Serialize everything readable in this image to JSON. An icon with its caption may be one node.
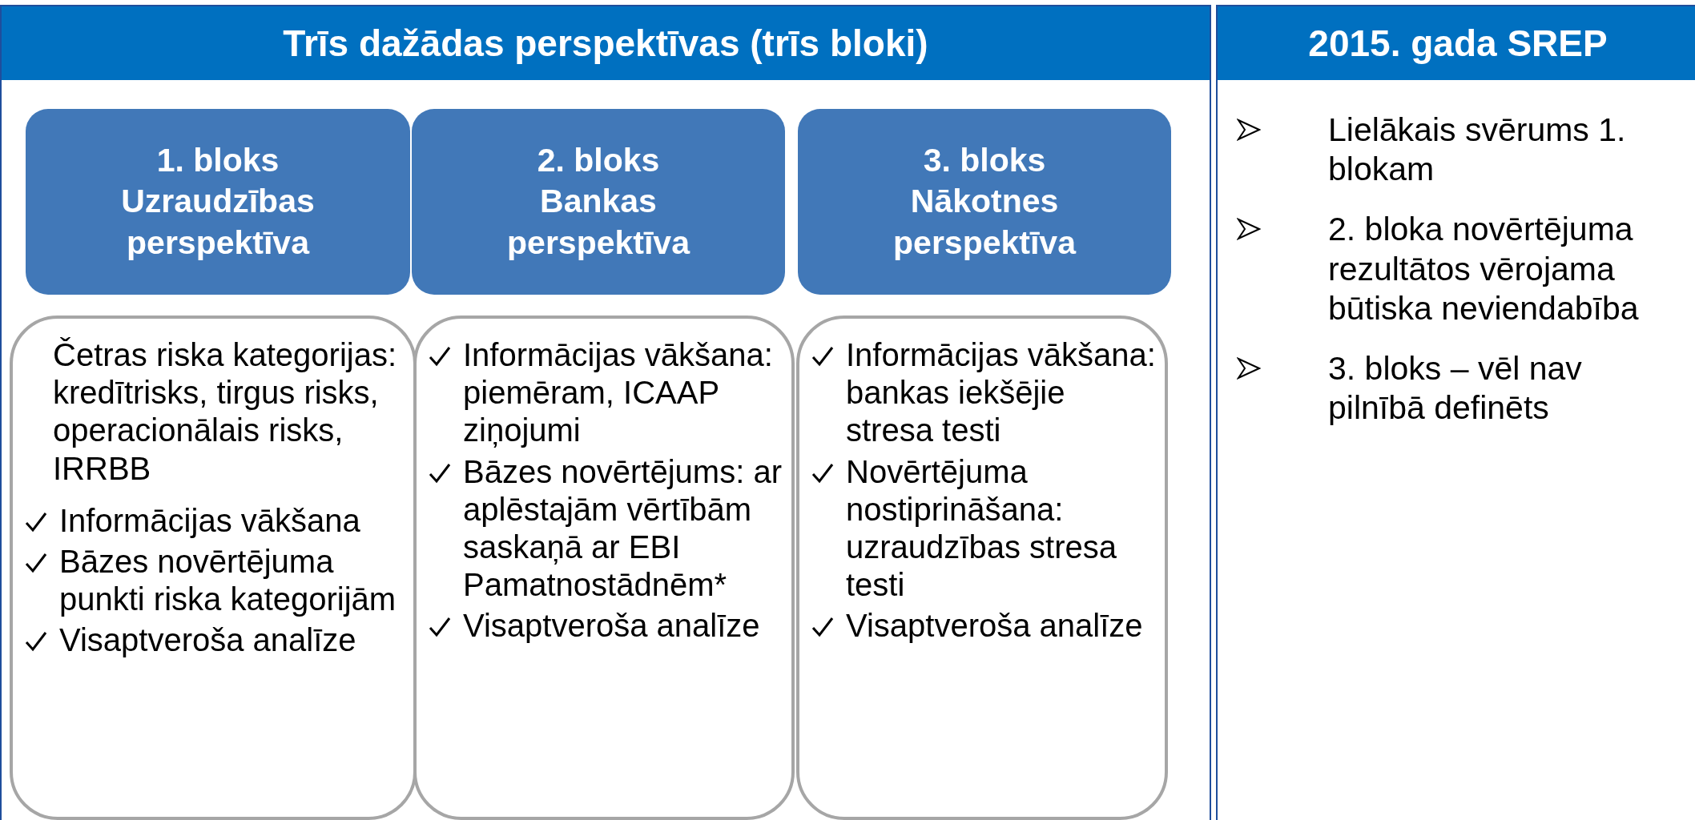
{
  "diagram": {
    "nodes": [
      {
        "text": [
          "Trīs dažādas perspektīvas (trīs bloki)"
        ]
      },
      {
        "text": [
          "1. bloks",
          "Uzraudzības perspektīva"
        ],
        "in": 0
      },
      {
        "text": [
          "2. bloks",
          "Bankas perspektīva"
        ],
        "in": 0
      },
      {
        "text": [
          "3. bloks",
          "Nākotnes perspektīva"
        ],
        "in": 0
      },
      {
        "text": [
          "Četras riska kategorijas: kredītrisks, tirgus risks, operacionālais risks, IRRBB",
          "Informācijas vākšana",
          "Bāzes novērtējuma punkti riska kategorijām",
          "Visaptveroša analīze"
        ],
        "in": 0
      },
      {
        "text": [
          "Informācijas vākšana: piemēram, ICAAP ziņojumi",
          "Bāzes novērtējums: ar aplēstajām vērtībām saskaņā ar EBI Pamatnostādnēm*",
          "Visaptveroša analīze"
        ],
        "in": 0
      },
      {
        "text": [
          "Informācijas vākšana: bankas iekšējie stresa testi",
          "Novērtējuma nostiprināšana: uzraudzības stresa testi",
          "Visaptveroša analīze"
        ],
        "in": 0
      },
      {
        "text": [
          "2015. gada SREP",
          "Lielākais svērums 1. blokam",
          "2. bloka novērtējuma rezultātos vērojama būtiska neviendabība",
          "3. bloks – vēl nav pilnībā definēts"
        ]
      }
    ]
  }
}
